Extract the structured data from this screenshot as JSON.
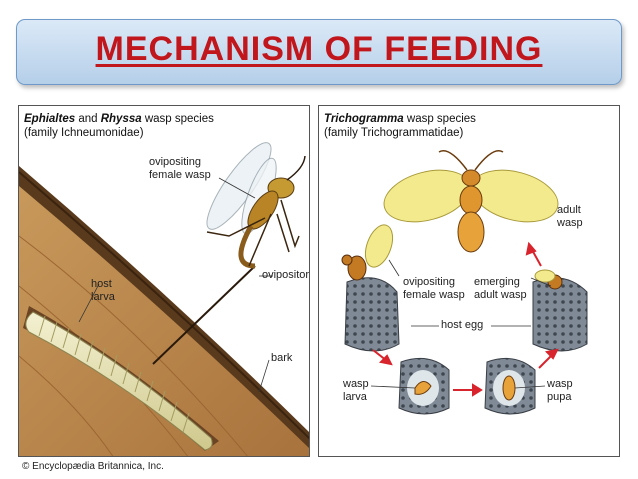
{
  "header": {
    "title": "MECHANISM OF FEEDING",
    "title_color": "#c0161c"
  },
  "left_panel": {
    "title_genus_a": "Ephialtes",
    "title_and": " and ",
    "title_genus_b": "Rhyssa",
    "title_suffix": " wasp species",
    "family": "(family Ichneumonidae)",
    "labels": {
      "ovipositing": "ovipositing\nfemale wasp",
      "ovipositor": "ovipositor",
      "host_larva": "host\nlarva",
      "bark": "bark"
    }
  },
  "right_panel": {
    "title_genus": "Trichogramma",
    "title_suffix": " wasp species",
    "family": "(family Trichogrammatidae)",
    "labels": {
      "adult_wasp": "adult\nwasp",
      "ovipositing": "ovipositing\nfemale wasp",
      "emerging": "emerging\nadult wasp",
      "host_egg": "host egg",
      "wasp_larva": "wasp\nlarva",
      "wasp_pupa": "wasp\npupa"
    }
  },
  "footer": {
    "credit": "© Encyclopædia Britannica, Inc."
  }
}
